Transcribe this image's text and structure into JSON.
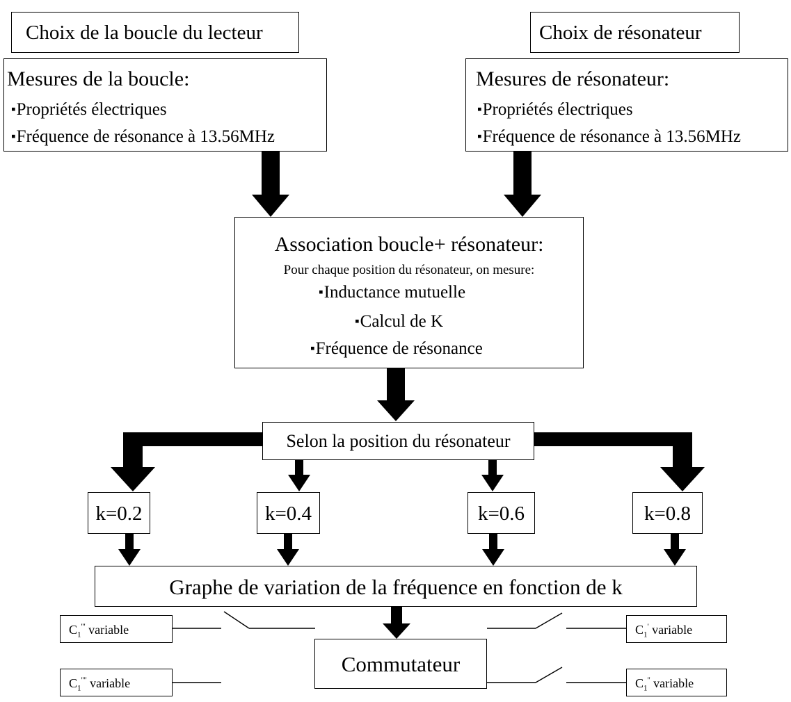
{
  "top_left": {
    "title": "Choix de la boucle du lecteur"
  },
  "top_right": {
    "title": "Choix de résonateur"
  },
  "measure_left": {
    "heading": "Mesures de la boucle:",
    "items": [
      "Propriétés électriques",
      "Fréquence de résonance à 13.56MHz"
    ]
  },
  "measure_right": {
    "heading": "Mesures de résonateur:",
    "items": [
      "Propriétés électriques",
      "Fréquence de résonance à 13.56MHz"
    ]
  },
  "association": {
    "heading": "Association boucle+ résonateur:",
    "subheading": "Pour chaque position  du résonateur,  on mesure:",
    "items": [
      "Inductance mutuelle",
      "Calcul de K",
      "Fréquence de résonance"
    ]
  },
  "selon": {
    "label": "Selon la position du résonateur"
  },
  "k_values": [
    "k=0.2",
    "k=0.4",
    "k=0.6",
    "k=0.8"
  ],
  "graph": {
    "label": "Graphe de variation de la fréquence en fonction de k"
  },
  "switch": {
    "label": "Commutateur"
  },
  "capacitors": {
    "c3": {
      "sym": "C",
      "sub": "1",
      "prime": "'''",
      "word": " variable"
    },
    "c4": {
      "sym": "C",
      "sub": "1",
      "prime": "''''",
      "word": " variable"
    },
    "c1": {
      "sym": "C",
      "sub": "1",
      "prime": "'",
      "word": " variable"
    },
    "c2": {
      "sym": "C",
      "sub": "1",
      "prime": "''",
      "word": " variable"
    }
  }
}
